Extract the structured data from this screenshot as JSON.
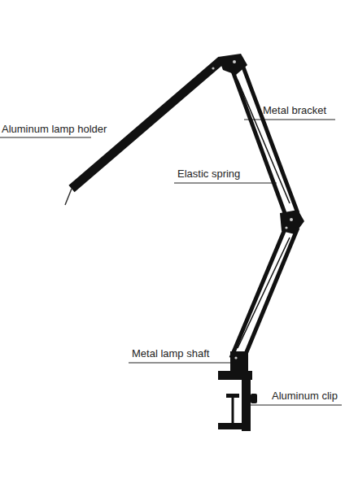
{
  "diagram": {
    "labels": [
      "Aluminum lamp holder",
      "Metal bracket",
      "Elastic spring",
      "Metal lamp shaft",
      "Aluminum clip"
    ]
  }
}
